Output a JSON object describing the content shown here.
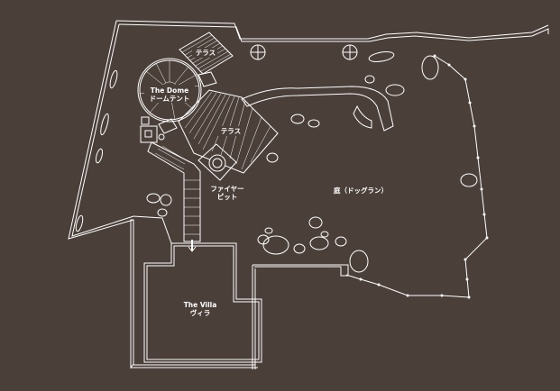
{
  "labels": {
    "terrace_top": "テラス",
    "dome_en": "The Dome",
    "dome_jp": "ドームテント",
    "terrace_main": "テラス",
    "firepit_1": "ファイヤー",
    "firepit_2": "ピット",
    "garden": "庭（ドッグラン）",
    "villa_en": "The Villa",
    "villa_jp": "ヴィラ"
  },
  "colors": {
    "background": "#4a3f39",
    "line": "#ffffff"
  },
  "icons": [
    "tree-icon",
    "rock-icon",
    "stepping-stone-icon",
    "arrow-down-icon",
    "fence-post-icon"
  ]
}
